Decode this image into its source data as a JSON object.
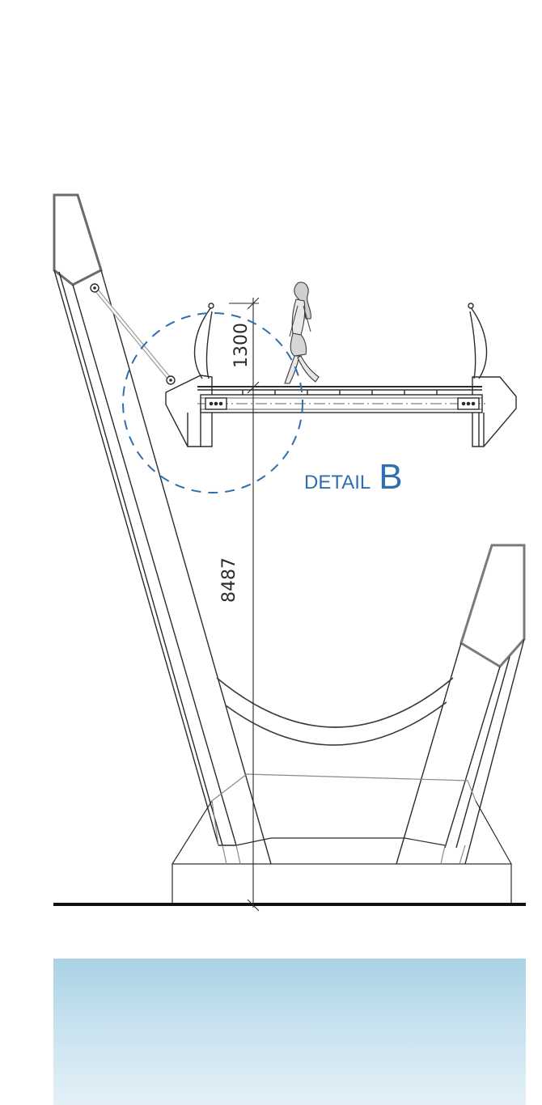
{
  "drawing": {
    "dimension_railing_height": "1300",
    "dimension_total_height": "8487",
    "detail_label_word": "DETAIL",
    "detail_label_letter": "B"
  },
  "colors": {
    "line": "#2b2b2b",
    "pylon_cap": "#6b6b6b",
    "detail_circle": "#2f6fb0",
    "water_top": "#a9d2e5",
    "water_bottom": "#e3f0f7",
    "ground": "#111111"
  }
}
